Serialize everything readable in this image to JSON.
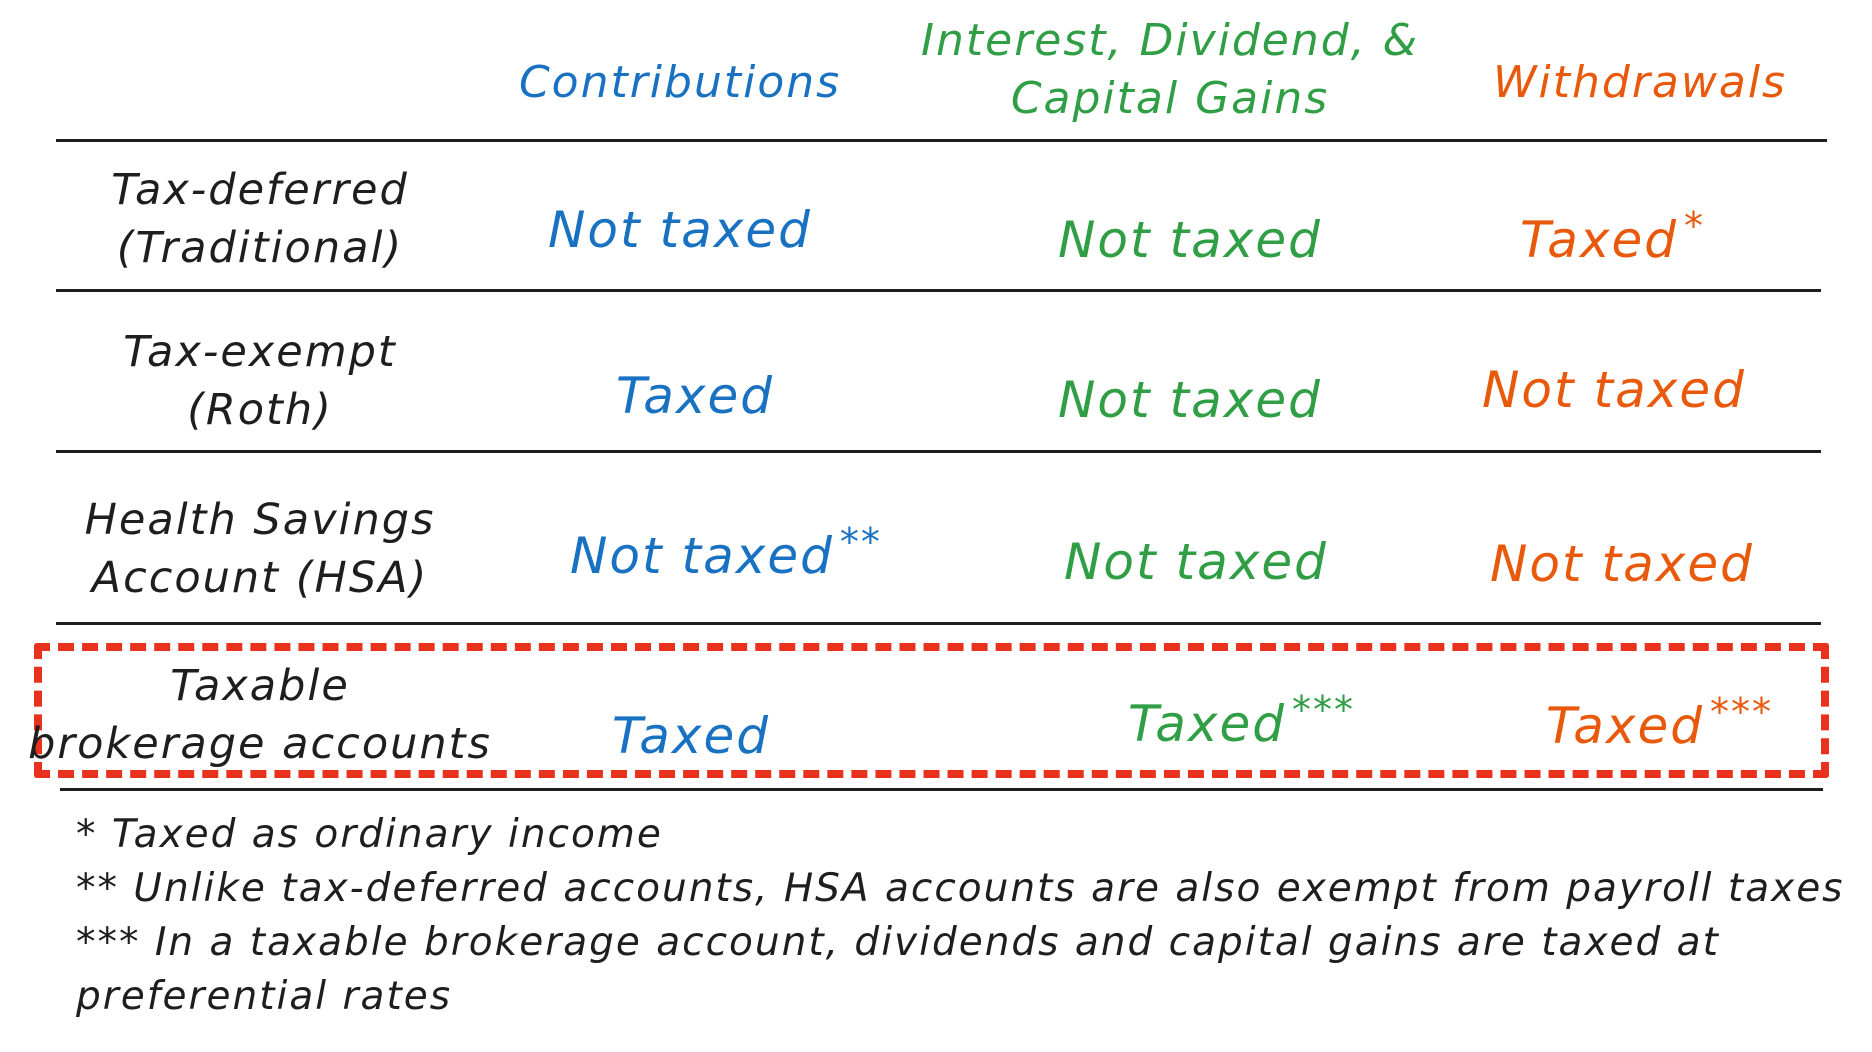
{
  "colors": {
    "contributions": "#1971c2",
    "growth": "#2f9e44",
    "withdrawals": "#e8590c",
    "highlight": "#e8321e",
    "text": "#1e1e1e"
  },
  "headers": {
    "contributions": "Contributions",
    "growth_line1": "Interest, Dividend, &",
    "growth_line2": "Capital Gains",
    "withdrawals": "Withdrawals"
  },
  "rows": [
    {
      "label_line1": "Tax-deferred",
      "label_line2": "(Traditional)",
      "contributions": "Not taxed",
      "contributions_mark": "",
      "growth": "Not taxed",
      "growth_mark": "",
      "withdrawals": "Taxed",
      "withdrawals_mark": "*"
    },
    {
      "label_line1": "Tax-exempt",
      "label_line2": "(Roth)",
      "contributions": "Taxed",
      "contributions_mark": "",
      "growth": "Not taxed",
      "growth_mark": "",
      "withdrawals": "Not taxed",
      "withdrawals_mark": ""
    },
    {
      "label_line1": "Health Savings",
      "label_line2": "Account (HSA)",
      "contributions": "Not taxed",
      "contributions_mark": "**",
      "growth": "Not taxed",
      "growth_mark": "",
      "withdrawals": "Not taxed",
      "withdrawals_mark": ""
    },
    {
      "label_line1": "Taxable",
      "label_line2": "brokerage accounts",
      "contributions": "Taxed",
      "contributions_mark": "",
      "growth": "Taxed",
      "growth_mark": "***",
      "withdrawals": "Taxed",
      "withdrawals_mark": "***"
    }
  ],
  "footnotes": [
    "* Taxed as ordinary income",
    "** Unlike tax-deferred accounts, HSA accounts are also exempt from payroll taxes",
    "*** In a taxable brokerage account, dividends and capital gains are taxed at",
    "preferential rates"
  ]
}
